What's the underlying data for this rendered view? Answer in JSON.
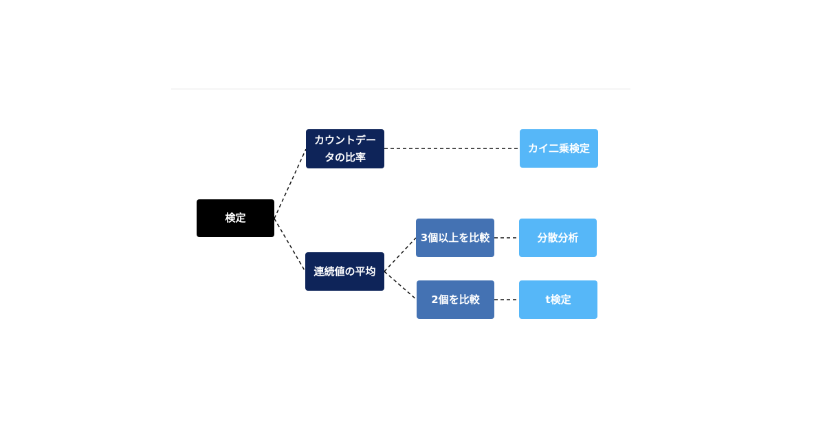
{
  "diagram": {
    "root": "検定",
    "count_ratio": "カウントデータの比率",
    "continuous_mean": "連続値の平均",
    "compare_three_plus": "3個以上を比較",
    "compare_two": "2個を比較",
    "chi_square": "カイ二乗検定",
    "anova": "分散分析",
    "t_test": "t検定"
  },
  "colors": {
    "root": "#000000",
    "category": "#0e2459",
    "sub_category": "#4472b3",
    "result": "#56b7f8",
    "connector": "#111111"
  }
}
